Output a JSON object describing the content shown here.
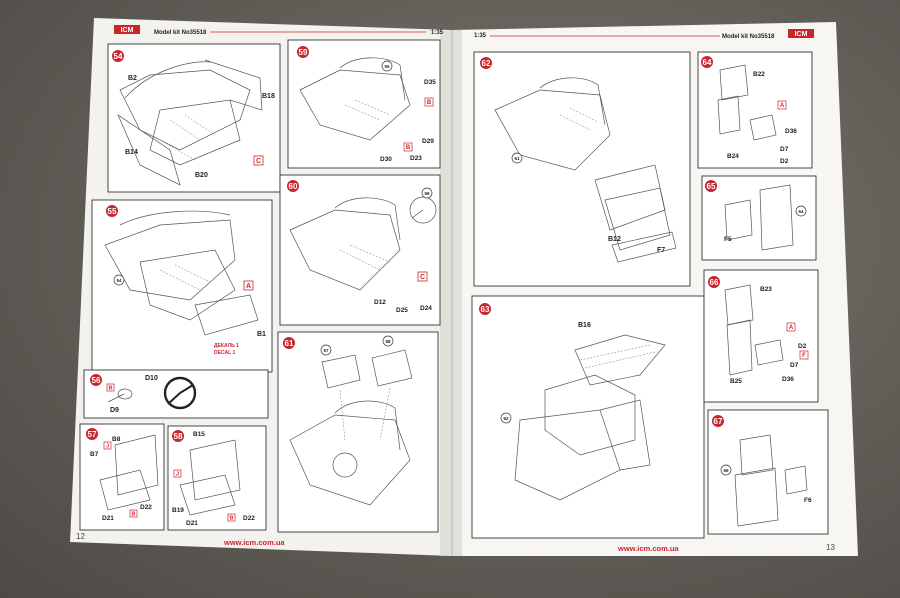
{
  "left_page": {
    "brand": "ICM",
    "kit_label": "Model kit No35518",
    "scale": "1:35",
    "page_number": "12",
    "url": "www.icm.com.ua",
    "steps": [
      {
        "num": "54",
        "labels": [
          "B2",
          "B18",
          "B14",
          "B20"
        ],
        "markers": [
          "C"
        ]
      },
      {
        "num": "55",
        "labels": [
          "B1"
        ],
        "markers": [
          "A"
        ],
        "callouts": [
          "54"
        ],
        "decal_ru": "ДЕКАЛЬ 1",
        "decal_en": "DECAL 1"
      },
      {
        "num": "56",
        "labels": [
          "D10",
          "D9"
        ],
        "markers": [
          "B"
        ]
      },
      {
        "num": "57",
        "labels": [
          "B8",
          "B7",
          "D22",
          "D21"
        ],
        "markers": [
          "J",
          "B"
        ]
      },
      {
        "num": "58",
        "labels": [
          "B15",
          "B19",
          "D21",
          "D22"
        ],
        "markers": [
          "J",
          "B"
        ]
      },
      {
        "num": "59",
        "labels": [
          "D35",
          "D29",
          "D30",
          "D23"
        ],
        "markers": [
          "B",
          "B"
        ],
        "callouts": [
          "55"
        ]
      },
      {
        "num": "60",
        "labels": [
          "D12",
          "D25",
          "D24"
        ],
        "markers": [
          "C"
        ],
        "callouts": [
          "56"
        ]
      },
      {
        "num": "61",
        "labels": [],
        "markers": [],
        "callouts": [
          "57",
          "58"
        ]
      }
    ]
  },
  "right_page": {
    "brand": "ICM",
    "kit_label": "Model kit No35518",
    "scale": "1:35",
    "page_number": "13",
    "url": "www.icm.com.ua",
    "steps": [
      {
        "num": "62",
        "labels": [
          "B12",
          "F7"
        ],
        "markers": [],
        "callouts": [
          "61"
        ]
      },
      {
        "num": "63",
        "labels": [
          "B16"
        ],
        "markers": [],
        "callouts": [
          "62"
        ]
      },
      {
        "num": "64",
        "labels": [
          "B22",
          "D36",
          "D7",
          "B24",
          "D2"
        ],
        "markers": [
          "A"
        ]
      },
      {
        "num": "65",
        "labels": [
          "F5"
        ],
        "markers": [],
        "callouts": [
          "64"
        ]
      },
      {
        "num": "66",
        "labels": [
          "B23",
          "D2",
          "D7",
          "B25",
          "D36"
        ],
        "markers": [
          "A",
          "F"
        ]
      },
      {
        "num": "67",
        "labels": [
          "F6"
        ],
        "markers": [],
        "callouts": [
          "66"
        ]
      }
    ]
  },
  "colors": {
    "accent_red": "#c8262d",
    "paper": "#ffffff",
    "background": "#5e5b55"
  }
}
